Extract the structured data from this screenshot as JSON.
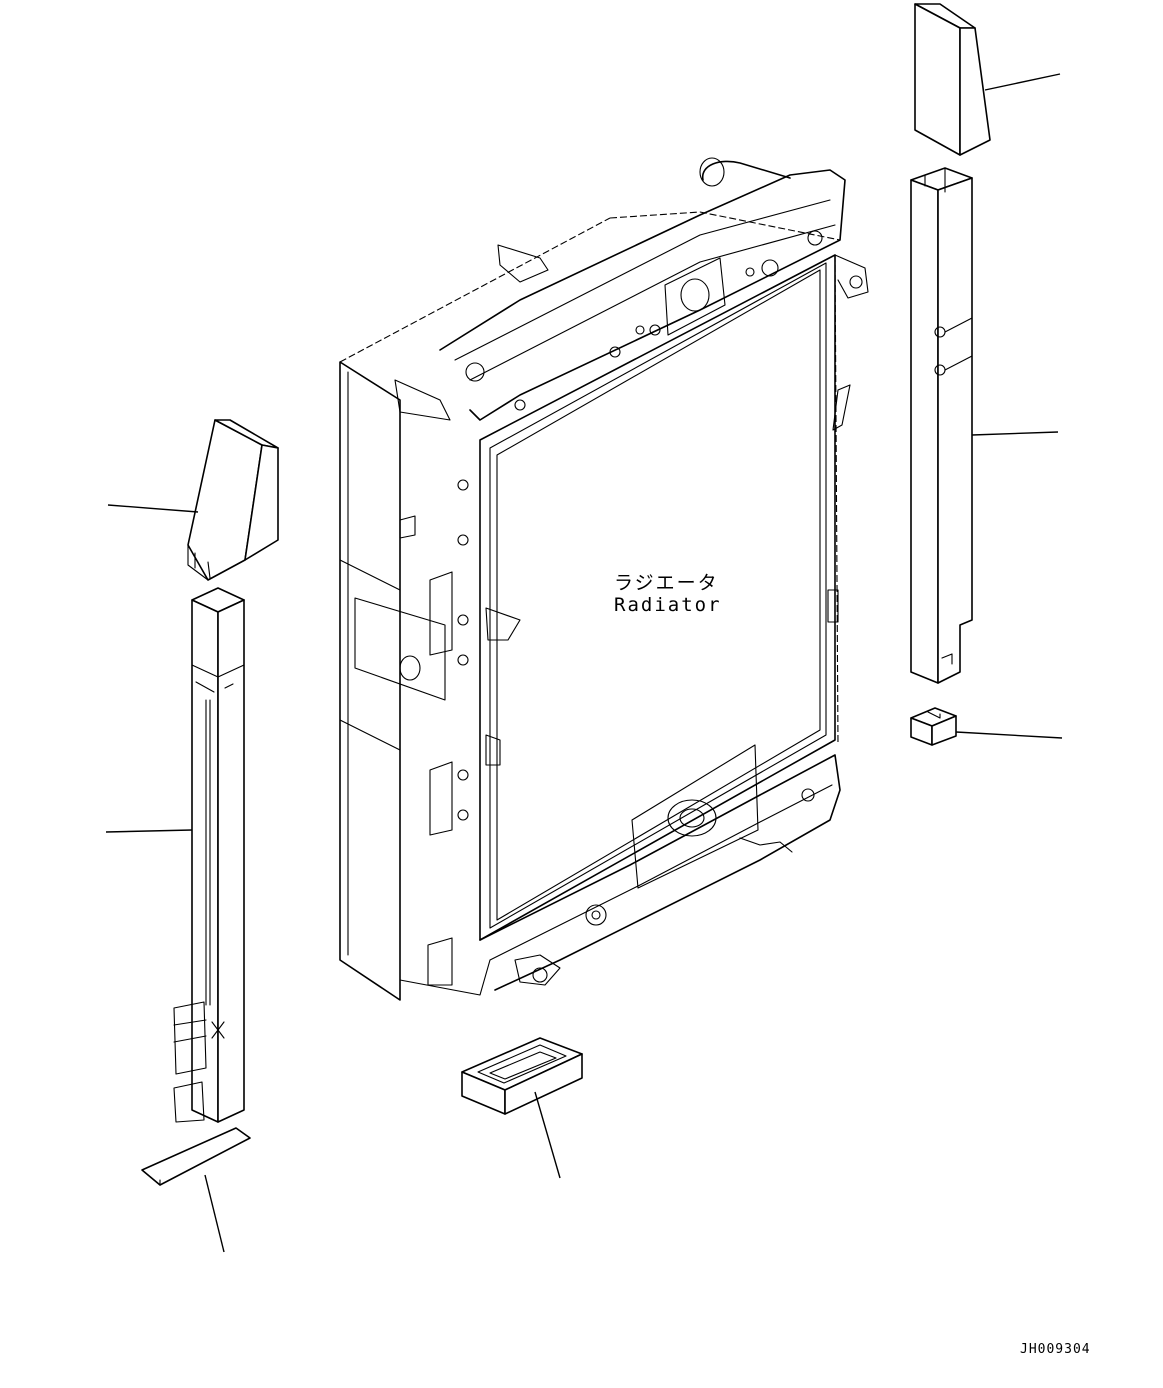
{
  "diagram": {
    "component_label_jp": "ラジエータ",
    "component_label_en": "Radiator",
    "drawing_code": "JH009304"
  }
}
